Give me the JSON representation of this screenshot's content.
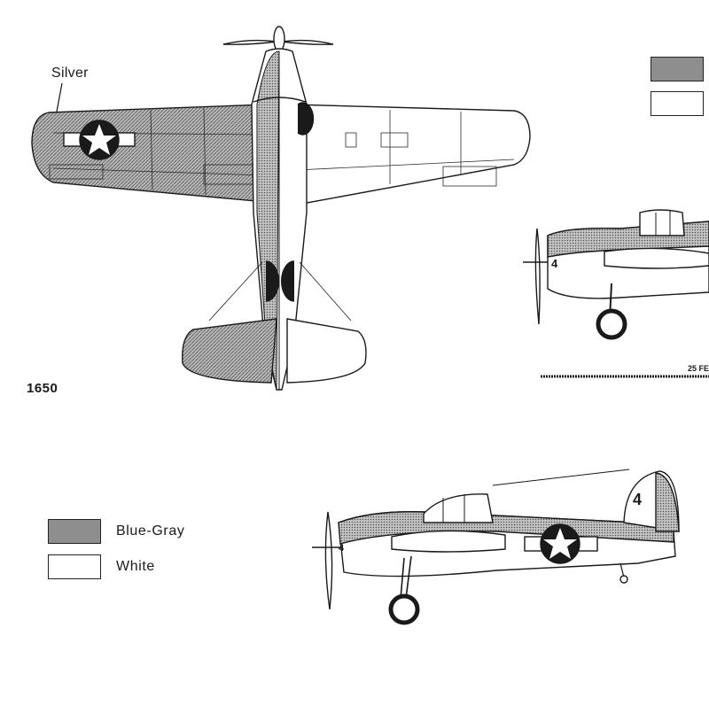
{
  "labels": {
    "silver": "Silver",
    "plate_number": "1650",
    "date_fragment": "25 FE",
    "side_code_upper": "4",
    "side_code_lower": "4",
    "tail_code": "4"
  },
  "legend": [
    {
      "label": "Blue-Gray",
      "color": "#8e8e8e"
    },
    {
      "label": "White",
      "color": "#ffffff"
    }
  ],
  "legend_top_right": [
    {
      "label": "",
      "color": "#8e8e8e"
    },
    {
      "label": "",
      "color": "#ffffff"
    }
  ],
  "colors": {
    "ink": "#1a1a1a",
    "blue_gray": "#8e8e8e",
    "silver_hatch": "#9a9a9a",
    "white": "#ffffff"
  },
  "icons": {
    "insignia": "star-roundel-icon"
  }
}
